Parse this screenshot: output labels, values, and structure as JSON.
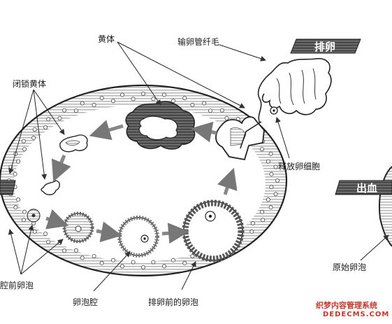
{
  "labels": {
    "corpus_luteum": "黄体",
    "oviduct_fimbriae": "输卵管纤毛",
    "corpus_atreticum": "闭锁黄体",
    "released_oocyte": "释放卵细胞",
    "antral_follicle": "腔前卵泡",
    "follicular_antrum": "卵泡腔",
    "preovulatory_follicle": "排卵前的卵泡",
    "primordial_follicle": "原始卵泡"
  },
  "banners": {
    "ovulation": "排卵",
    "hemorrhage": "出血"
  },
  "watermark": {
    "line1": "织梦内容管理系统",
    "line2": "DEDECMS.COM"
  }
}
